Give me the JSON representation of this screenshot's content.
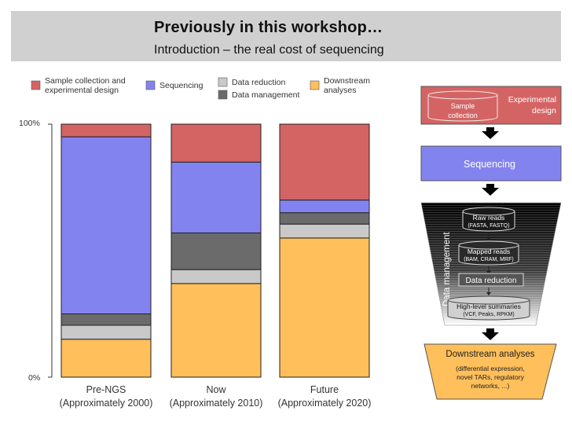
{
  "slide": {
    "title": "Previously in this workshop…",
    "subtitle": "Introduction – the real cost of sequencing"
  },
  "colors": {
    "sample": "#d46464",
    "sequencing": "#8383f0",
    "reduction": "#c9c9c9",
    "management": "#6b6b6b",
    "downstream": "#ffbf5a"
  },
  "legend": [
    {
      "key": "sample",
      "lines": [
        "Sample collection and",
        "experimental design"
      ]
    },
    {
      "key": "sequencing",
      "lines": [
        "Sequencing"
      ]
    },
    {
      "key": "reduction",
      "lines": [
        "Data reduction"
      ]
    },
    {
      "key": "management",
      "lines": [
        "Data management"
      ]
    },
    {
      "key": "downstream",
      "lines": [
        "Downstream",
        "analyses"
      ]
    }
  ],
  "chart_data": {
    "type": "bar",
    "stacked": true,
    "ylim": [
      0,
      100
    ],
    "y_ticks": [
      "0%",
      "100%"
    ],
    "categories": [
      [
        "Pre-NGS",
        "(Approximately 2000)"
      ],
      [
        "Now",
        "(Approximately 2010)"
      ],
      [
        "Future",
        "(Approximately 2020)"
      ]
    ],
    "series": [
      {
        "name": "Downstream analyses",
        "key": "downstream",
        "values": [
          15,
          37,
          55
        ]
      },
      {
        "name": "Data reduction",
        "key": "reduction",
        "values": [
          5.5,
          5.5,
          5.5
        ]
      },
      {
        "name": "Data management",
        "key": "management",
        "values": [
          4.5,
          14.5,
          4.5
        ]
      },
      {
        "name": "Sequencing",
        "key": "sequencing",
        "values": [
          70,
          28,
          5
        ]
      },
      {
        "name": "Sample collection and experimental design",
        "key": "sample",
        "values": [
          5,
          15,
          30
        ]
      }
    ]
  },
  "pipeline": {
    "sample_collection": [
      "Sample",
      "collection"
    ],
    "experimental_design": [
      "Experimental",
      "design"
    ],
    "sequencing": "Sequencing",
    "data_management": "Data management",
    "raw_reads": [
      "Raw reads",
      "(FASTA, FASTQ)"
    ],
    "mapped_reads": [
      "Mapped reads",
      "(BAM, CRAM, MRF)"
    ],
    "data_reduction": "Data reduction",
    "summaries": [
      "High-level summaries",
      "(VCF, Peaks, RPKM)"
    ],
    "downstream_title": "Downstream analyses",
    "downstream_desc": [
      "(differential expression,",
      "novel TARs, regulatory",
      "networks, ...)"
    ]
  }
}
